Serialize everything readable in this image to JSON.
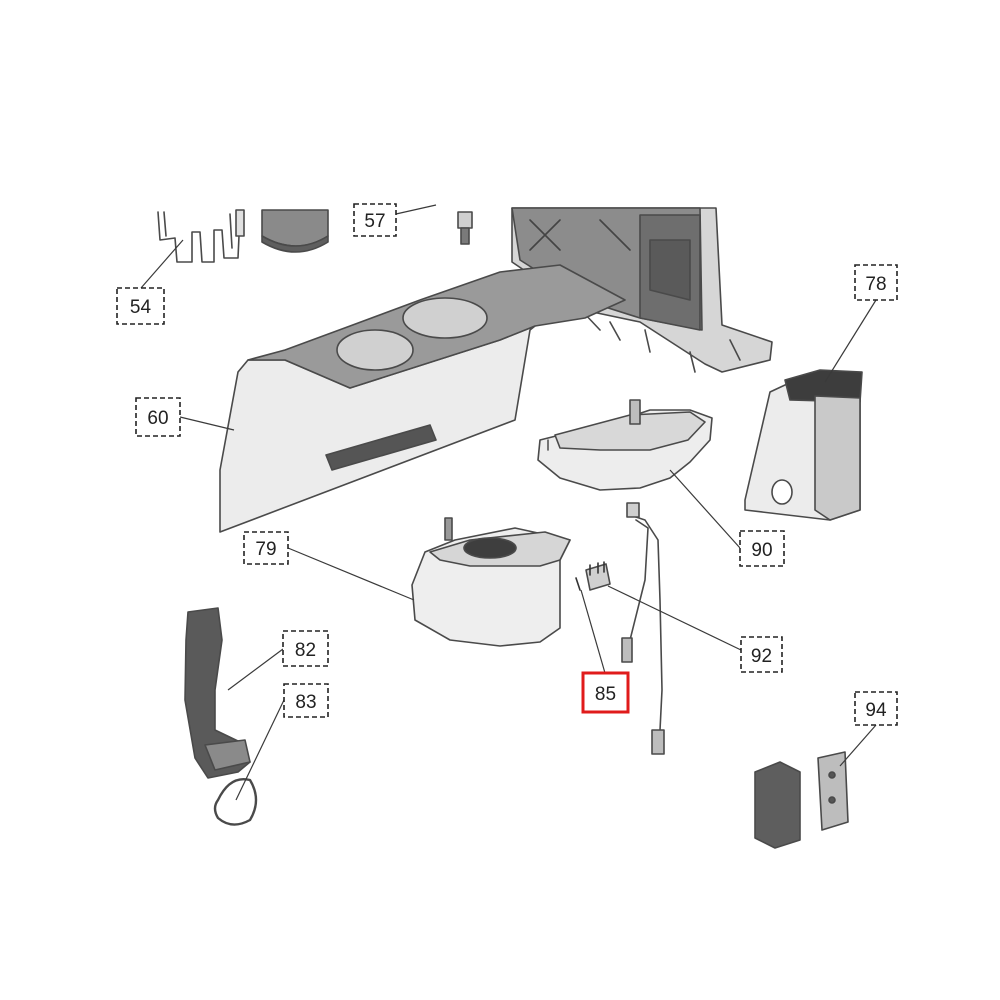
{
  "callouts": [
    {
      "id": "54",
      "label": "54"
    },
    {
      "id": "57",
      "label": "57"
    },
    {
      "id": "60",
      "label": "60"
    },
    {
      "id": "78",
      "label": "78"
    },
    {
      "id": "79",
      "label": "79"
    },
    {
      "id": "82",
      "label": "82"
    },
    {
      "id": "83",
      "label": "83"
    },
    {
      "id": "85",
      "label": "85",
      "highlighted": true
    },
    {
      "id": "90",
      "label": "90"
    },
    {
      "id": "92",
      "label": "92"
    },
    {
      "id": "94",
      "label": "94"
    }
  ],
  "colors": {
    "highlight": "#e01b1b",
    "line": "#3a3a3a",
    "part_light": "#efefef",
    "part_mid": "#bdbdbd",
    "part_dark": "#6e6e6e"
  }
}
